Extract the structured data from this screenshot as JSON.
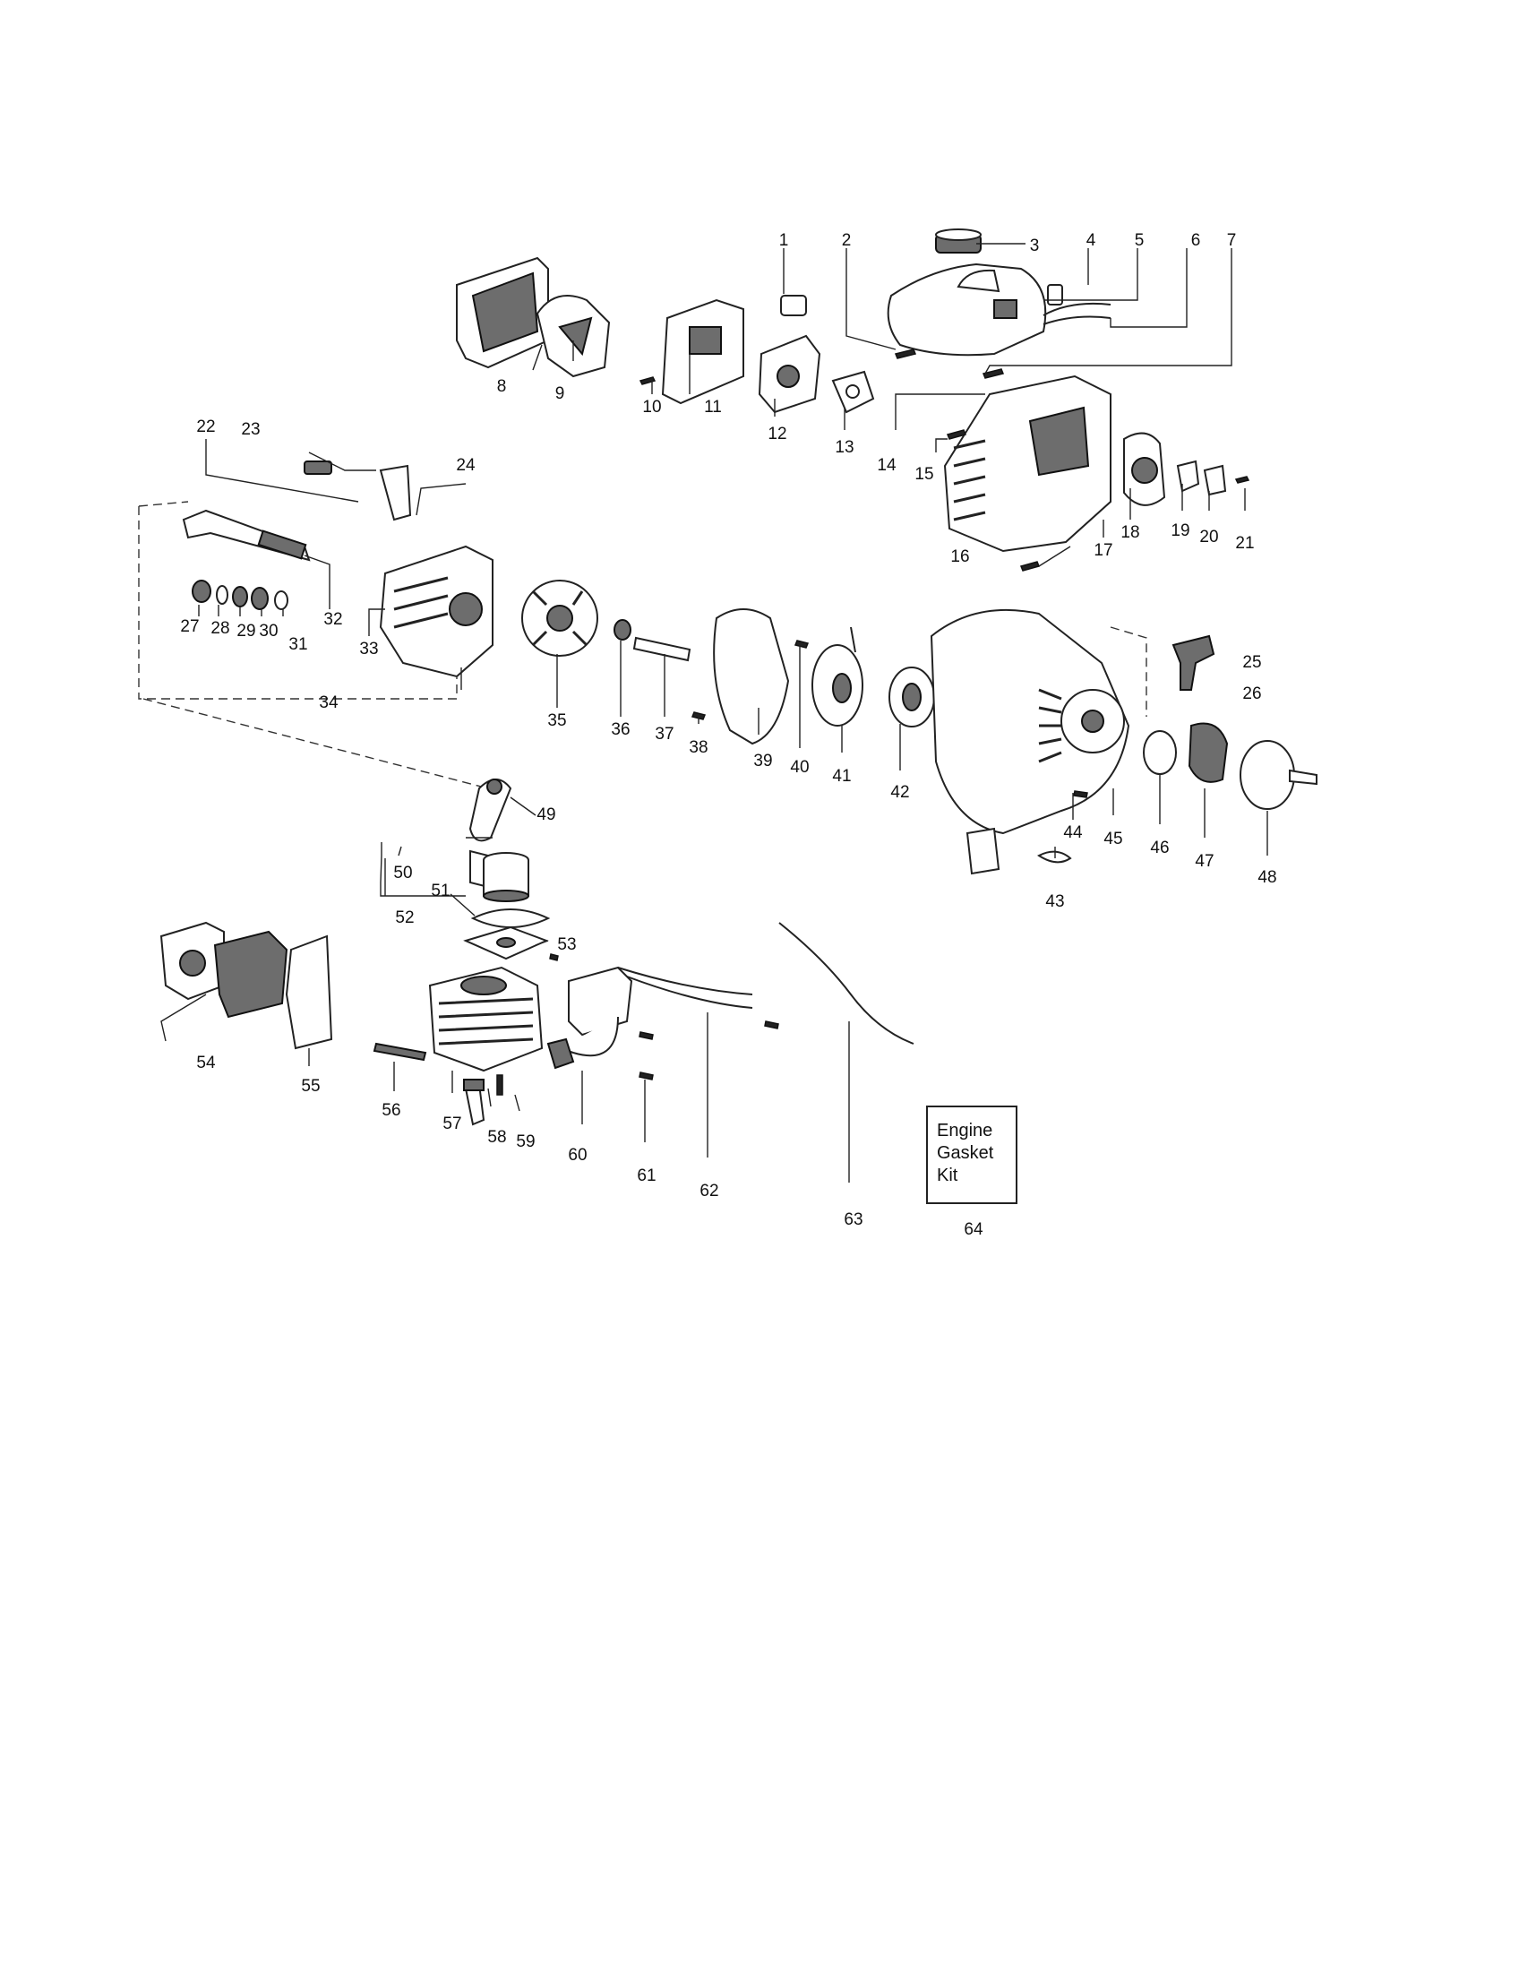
{
  "diagram": {
    "callouts": [
      "1",
      "2",
      "3",
      "4",
      "5",
      "6",
      "7",
      "8",
      "9",
      "10",
      "11",
      "12",
      "13",
      "14",
      "15",
      "16",
      "17",
      "18",
      "19",
      "20",
      "21",
      "22",
      "23",
      "24",
      "25",
      "26",
      "27",
      "28",
      "29",
      "30",
      "31",
      "32",
      "33",
      "34",
      "35",
      "36",
      "37",
      "38",
      "39",
      "40",
      "41",
      "42",
      "43",
      "44",
      "45",
      "46",
      "47",
      "48",
      "49",
      "50",
      "51",
      "52",
      "53",
      "54",
      "55",
      "56",
      "57",
      "58",
      "59",
      "60",
      "61",
      "62",
      "63",
      "64"
    ],
    "kit_box": {
      "lines": [
        "Engine",
        "Gasket",
        "Kit"
      ]
    }
  }
}
